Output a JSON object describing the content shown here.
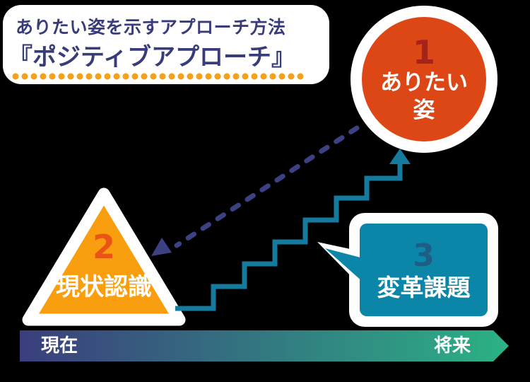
{
  "header": {
    "subtitle": "ありたい姿を示すアプローチ方法",
    "title": "『ポジティブアプローチ』"
  },
  "steps": {
    "goal": {
      "number": "1",
      "label_line1": "ありたい",
      "label_line2": "姿"
    },
    "current": {
      "number": "2",
      "label": "現状認識"
    },
    "task": {
      "number": "3",
      "label": "変革課題"
    }
  },
  "timeline": {
    "start_label": "現在",
    "end_label": "将来"
  },
  "colors": {
    "background": "#000000",
    "title_text": "#383d7a",
    "dotted_underline": "#f6a01b",
    "goal_circle": "#dd4716",
    "goal_number": "#a4241a",
    "current_triangle": "#f99e0e",
    "current_number": "#ea5416",
    "task_box": "#0c86a8",
    "task_number": "#1e5e84",
    "stairs_arrow": "#147a9e",
    "dashed_arrow": "#3c4183",
    "timeline_gradient_start": "#3b3e7c",
    "timeline_gradient_end": "#2bb285",
    "label_text": "#ffffff"
  }
}
